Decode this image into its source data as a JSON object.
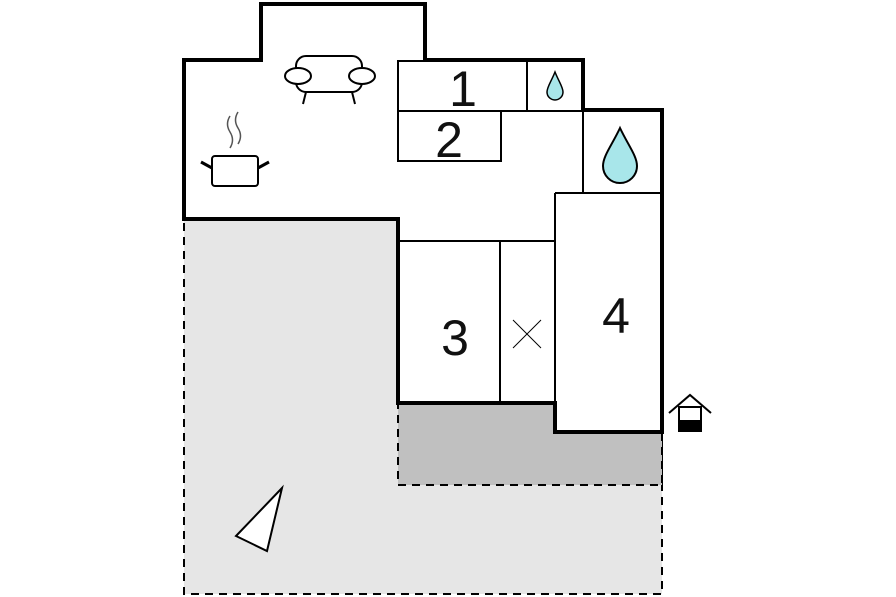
{
  "plan": {
    "rooms": [
      {
        "id": "1",
        "label": "1"
      },
      {
        "id": "2",
        "label": "2"
      },
      {
        "id": "3",
        "label": "3"
      },
      {
        "id": "4",
        "label": "4"
      }
    ],
    "icons": [
      "sofa-icon",
      "cooking-pot-icon",
      "water-drop-icon",
      "water-drop-icon",
      "cross-icon",
      "entrance-house-icon",
      "compass-arrow-icon"
    ],
    "colors": {
      "wall": "#000000",
      "terrace_light": "#e6e6e6",
      "terrace_dark": "#c0c0c0",
      "water": "#a8e6ea"
    }
  }
}
